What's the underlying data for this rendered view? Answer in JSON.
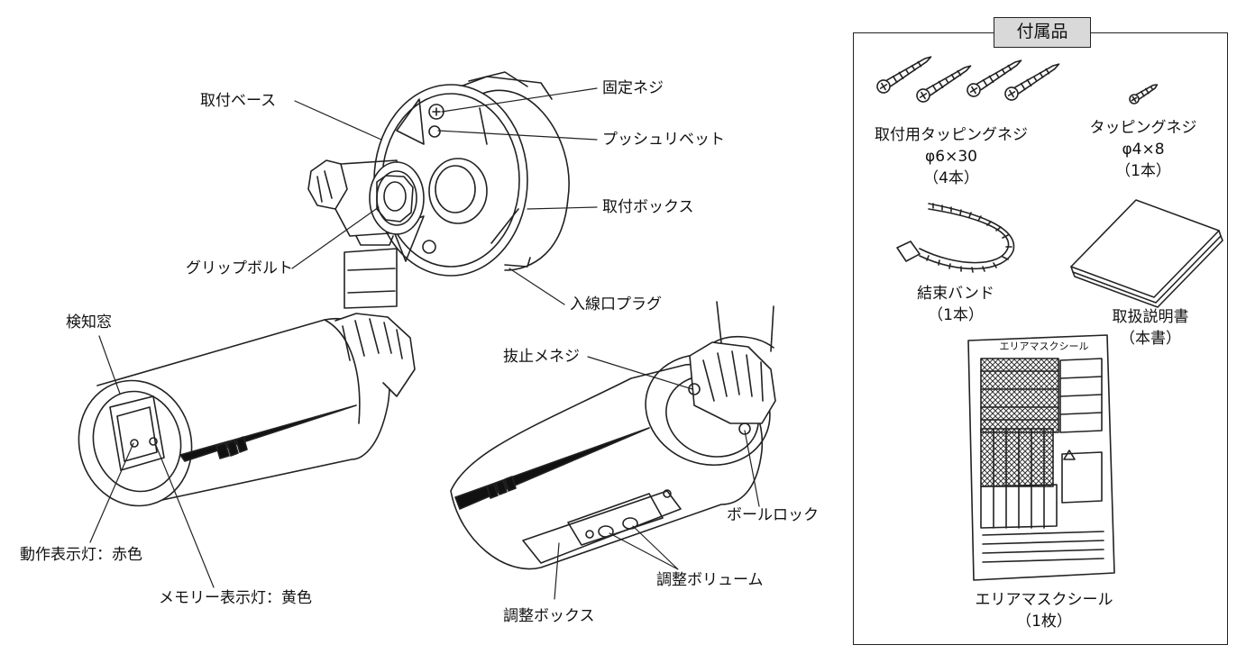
{
  "colors": {
    "line": "#222222",
    "panel": "#d9d9d9",
    "bg": "#ffffff"
  },
  "labels": {
    "mount_base": "取付ベース",
    "fixing_screw": "固定ネジ",
    "push_rivet": "プッシュリベット",
    "mount_box": "取付ボックス",
    "grip_bolt": "グリップボルト",
    "cable_plug": "入線口プラグ",
    "detection_window": "検知窓",
    "retaining_screw": "抜止メネジ",
    "ball_lock": "ボールロック",
    "operation_lamp": "動作表示灯：赤色",
    "memory_lamp": "メモリー表示灯：黄色",
    "adjust_volume": "調整ボリューム",
    "adjust_box": "調整ボックス"
  },
  "accessories": {
    "title": "付属品",
    "mount_screws": {
      "line1": "取付用タッピングネジ",
      "line2": "φ6×30",
      "line3": "（4本）"
    },
    "tapping_screw": {
      "line1": "タッピングネジ",
      "line2": "φ4×8",
      "line3": "（1本）"
    },
    "cable_tie": {
      "line1": "結束バンド",
      "line2": "（1本）"
    },
    "manual": {
      "line1": "取扱説明書",
      "line2": "（本書）"
    },
    "area_mask_seal": {
      "line1": "エリアマスクシール",
      "line2": "（1枚）"
    },
    "seal_heading": "エリアマスクシール"
  }
}
